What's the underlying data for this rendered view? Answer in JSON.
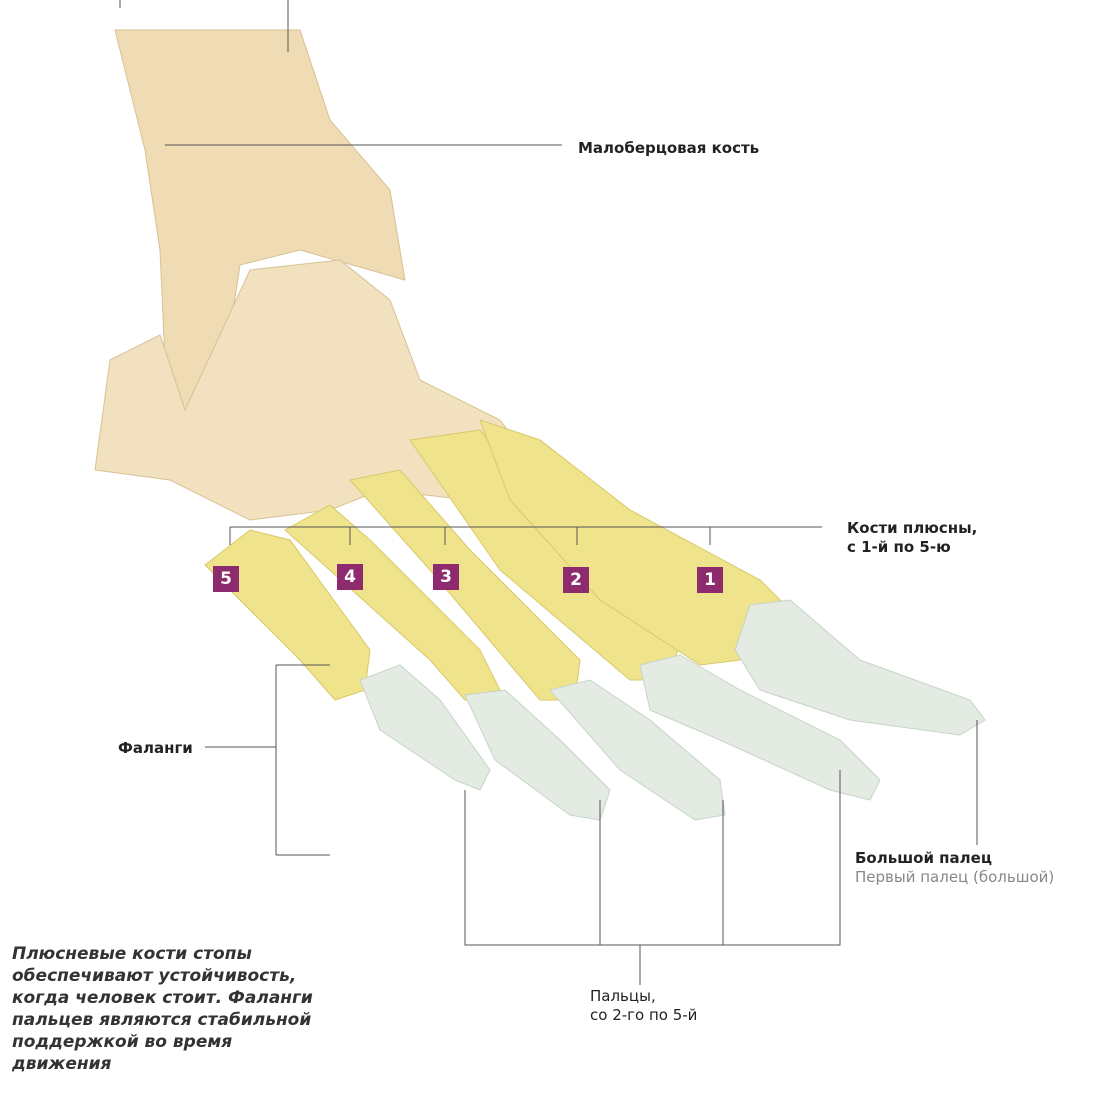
{
  "labels": {
    "fibula": "Малоберцовая кость",
    "metatarsals_line1": "Кости плюсны,",
    "metatarsals_line2": "с 1-й по 5-ю",
    "phalanges": "Фаланги",
    "big_toe": "Большой палец",
    "big_toe_sub": "Первый палец (большой)",
    "toes_line1": "Пальцы,",
    "toes_line2": "со 2-го по 5-й"
  },
  "badges": [
    "5",
    "4",
    "3",
    "2",
    "1"
  ],
  "caption": [
    "Плюсневые кости стопы",
    "обеспечивают устойчивость,",
    "когда человек стоит. Фаланги",
    "пальцев являются стабильной",
    "поддержкой во время",
    "движения"
  ],
  "colors": {
    "badge": "#8e2a6e",
    "ankle_bone": "#efdcb4",
    "metatarsal": "#efe48c",
    "phalanx": "#e3ebe3"
  }
}
